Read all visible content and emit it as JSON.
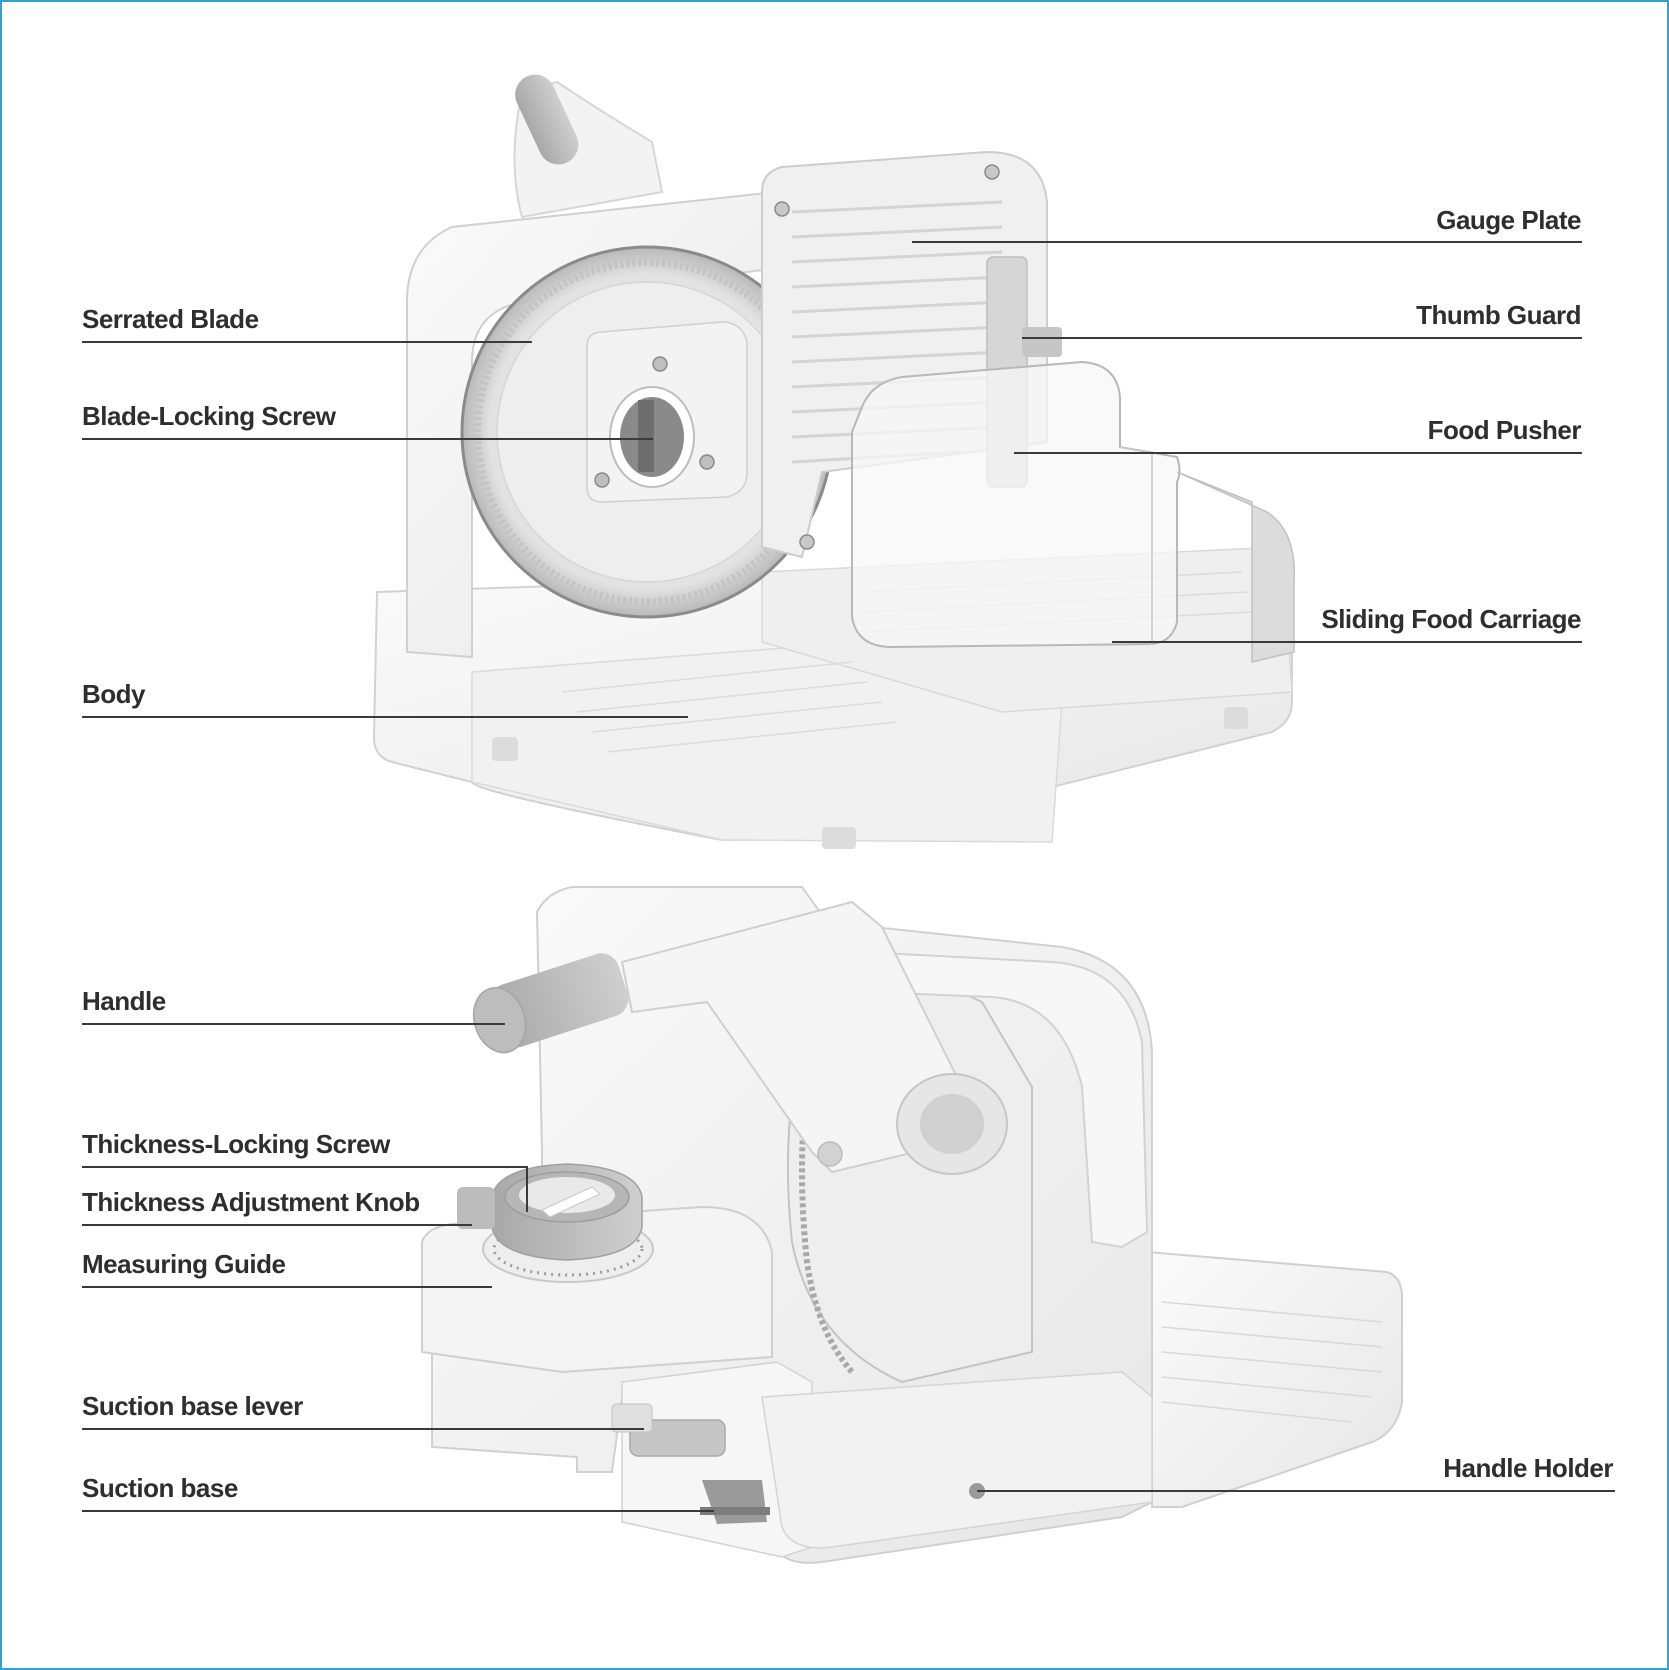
{
  "frame_color": "#2aa6cf",
  "leader_color": "#3a3a3a",
  "labels": {
    "gauge_plate": "Gauge Plate",
    "serrated_blade": "Serrated Blade",
    "thumb_guard": "Thumb Guard",
    "blade_locking_screw": "Blade-Locking Screw",
    "food_pusher": "Food Pusher",
    "sliding_food_carriage": "Sliding Food Carriage",
    "body": "Body",
    "handle": "Handle",
    "thickness_locking_screw": "Thickness-Locking Screw",
    "thickness_adjustment_knob": "Thickness Adjustment Knob",
    "measuring_guide": "Measuring Guide",
    "suction_base_lever": "Suction base lever",
    "suction_base": "Suction base",
    "handle_holder": "Handle Holder"
  }
}
